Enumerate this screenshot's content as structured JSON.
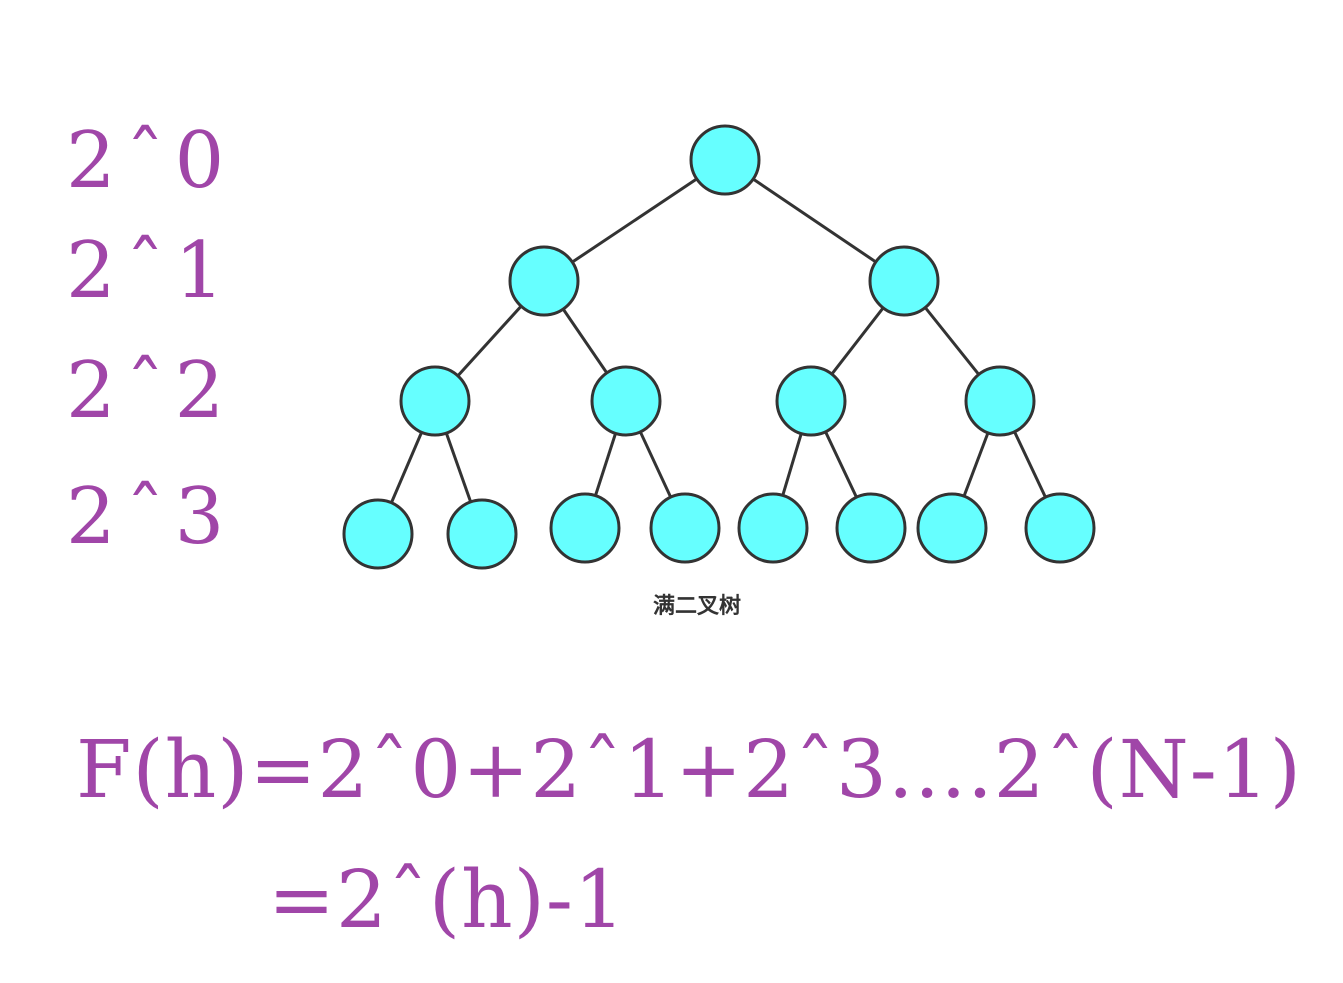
{
  "level_labels": [
    "2ˆ0",
    "2ˆ1",
    "2ˆ2",
    "2ˆ3"
  ],
  "tree": {
    "caption": "满二叉树",
    "node_fill": "#66ffff",
    "node_stroke": "#333333",
    "levels": 4
  },
  "formula": {
    "line1": "F(h)=2ˆ0+2ˆ1+2ˆ3....2ˆ(N-1)",
    "line2": "=2ˆ(h)-1"
  },
  "text_color": "#a046a8"
}
